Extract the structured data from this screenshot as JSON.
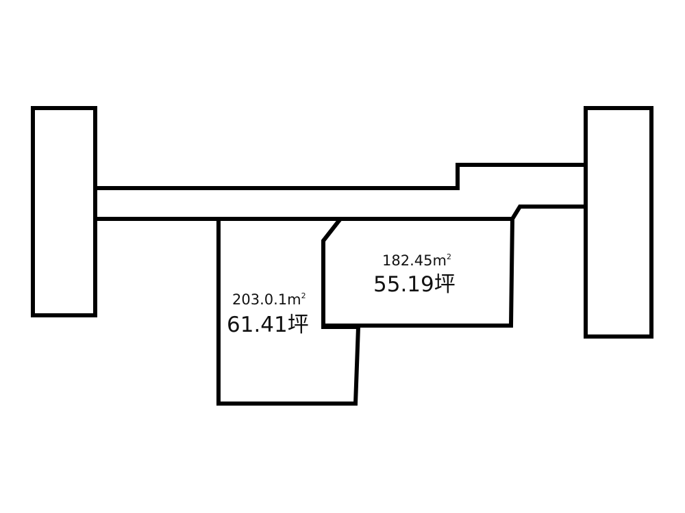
{
  "lots": {
    "left": {
      "area_sqm_value": "203.0.1m",
      "area_sqm_sup": "2",
      "area_tsubo": "61.41坪"
    },
    "right": {
      "area_sqm_value": "182.45m",
      "area_sqm_sup": "2",
      "area_tsubo": "55.19坪"
    }
  },
  "colors": {
    "line": "#000000",
    "background": "#ffffff"
  }
}
